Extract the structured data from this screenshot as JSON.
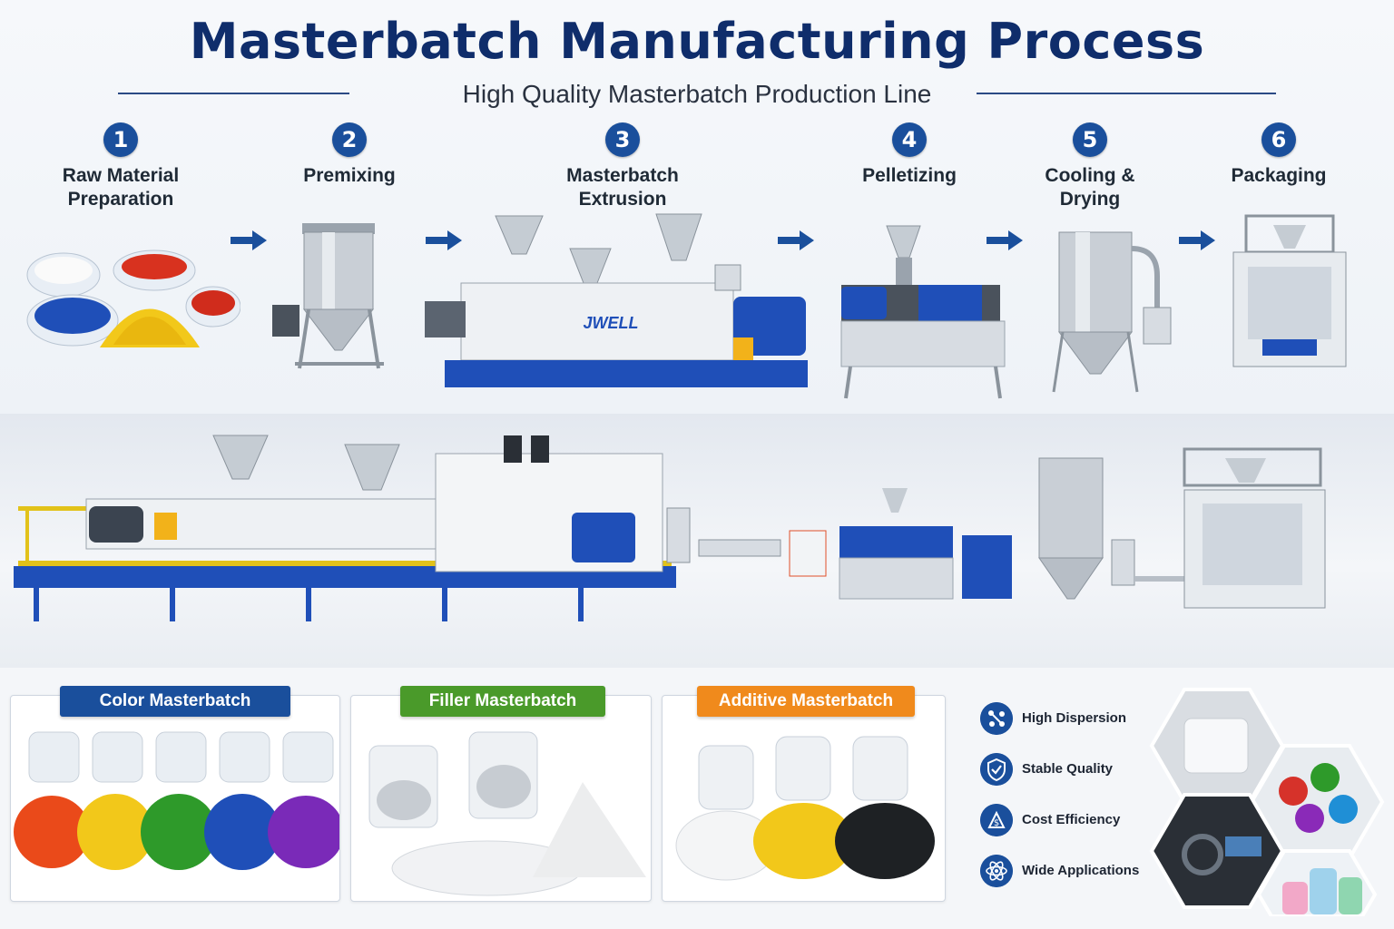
{
  "header": {
    "title": "Masterbatch Manufacturing Process",
    "subtitle": "High Quality Masterbatch Production Line"
  },
  "steps": [
    {
      "number": "1",
      "label": "Raw Material\nPreparation"
    },
    {
      "number": "2",
      "label": "Premixing"
    },
    {
      "number": "3",
      "label": "Masterbatch\nExtrusion"
    },
    {
      "number": "4",
      "label": "Pelletizing"
    },
    {
      "number": "5",
      "label": "Cooling &\nDrying"
    },
    {
      "number": "6",
      "label": "Packaging"
    }
  ],
  "machine_brand": "JWELL",
  "products": [
    {
      "label": "Color Masterbatch",
      "color": "#1a4f9c"
    },
    {
      "label": "Filler Masterbatch",
      "color": "#4a9a2a"
    },
    {
      "label": "Additive Masterbatch",
      "color": "#f08a1c"
    }
  ],
  "features": [
    {
      "label": "High Dispersion",
      "icon": "dispersion-icon"
    },
    {
      "label": "Stable Quality",
      "icon": "shield-check-icon"
    },
    {
      "label": "Cost Efficiency",
      "icon": "cost-icon"
    },
    {
      "label": "Wide Applications",
      "icon": "atom-icon"
    }
  ],
  "colors": {
    "primary": "#0f2d6b",
    "accent_blue": "#1a4f9c",
    "green": "#4a9a2a",
    "orange": "#f08a1c"
  }
}
